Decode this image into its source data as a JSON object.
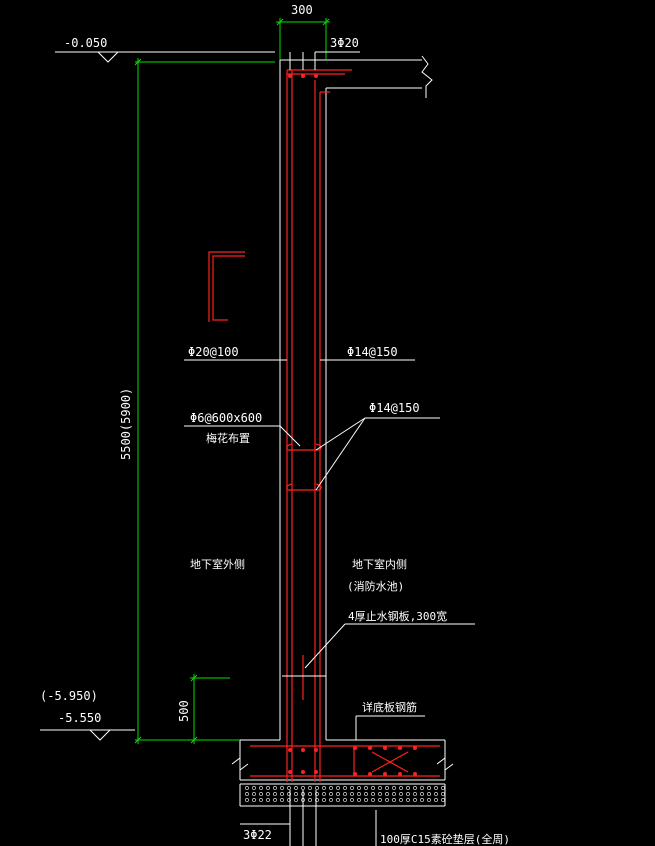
{
  "drawing": {
    "background": "#000000",
    "colors": {
      "outline": "#ffffff",
      "rebar": "#ff2020",
      "dimension": "#00e000"
    }
  },
  "elevations": {
    "top": "-0.050",
    "bottom_alt": "(-5.950)",
    "bottom": "-5.550"
  },
  "dimensions": {
    "wall_thickness": "300",
    "wall_height": "5500(5900)",
    "waterstop_height": "500"
  },
  "rebar_labels": {
    "top_bars": "3Φ20",
    "outer_vertical": "Φ20@100",
    "inner_vertical": "Φ14@150",
    "horizontal": "Φ14@150",
    "tie_spacing": "Φ6@600x600",
    "tie_layout": "梅花布置",
    "bottom_bars": "3Φ22"
  },
  "notes": {
    "outside_face": "地下室外侧",
    "inside_face": "地下室内侧",
    "inside_face_sub": "(消防水池)",
    "waterstop": "4厚止水钢板,300宽",
    "slab_rebar": "详底板钢筋",
    "cushion": "100厚C15素砼垫层(全周)"
  }
}
